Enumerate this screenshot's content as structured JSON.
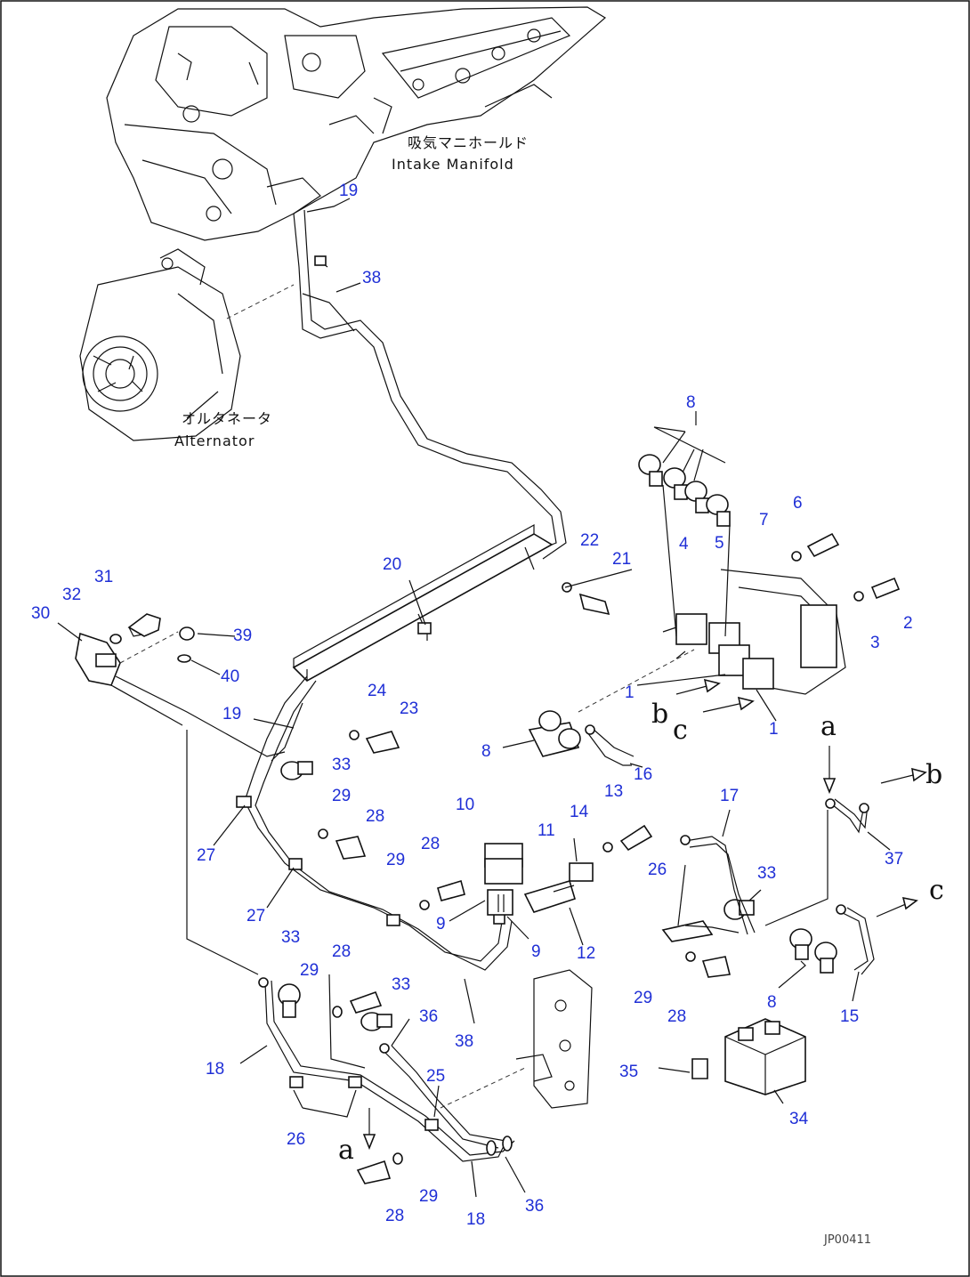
{
  "labels": {
    "intake_jp": "吸気マニホールド",
    "intake_en": "Intake Manifold",
    "alternator_jp": "オルタネータ",
    "alternator_en": "Alternator"
  },
  "letters": {
    "a": "a",
    "b": "b",
    "c": "c"
  },
  "callouts": {
    "n1": "1",
    "n2": "2",
    "n3": "3",
    "n4": "4",
    "n5": "5",
    "n6": "6",
    "n7": "7",
    "n8": "8",
    "n9": "9",
    "n10": "10",
    "n11": "11",
    "n12": "12",
    "n13": "13",
    "n14": "14",
    "n15": "15",
    "n16": "16",
    "n17": "17",
    "n18": "18",
    "n19": "19",
    "n20": "20",
    "n21": "21",
    "n22": "22",
    "n23": "23",
    "n24": "24",
    "n25": "25",
    "n26": "26",
    "n27": "27",
    "n28": "28",
    "n29": "29",
    "n30": "30",
    "n31": "31",
    "n32": "32",
    "n33": "33",
    "n34": "34",
    "n35": "35",
    "n36": "36",
    "n37": "37",
    "n38": "38",
    "n39": "39",
    "n40": "40"
  },
  "footer": {
    "code": "JP00411"
  }
}
